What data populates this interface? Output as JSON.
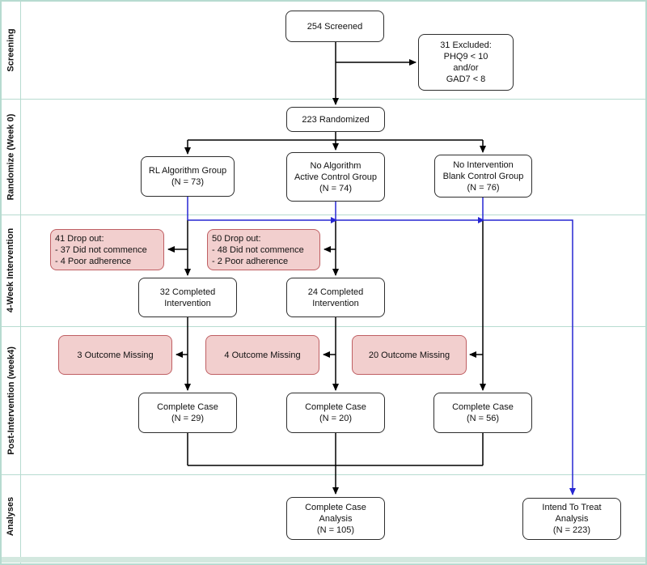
{
  "figure": {
    "type": "consort-flow-diagram",
    "colors": {
      "lane_line": "#b7dbd0",
      "bottom_bar": "#d3e8df",
      "node_border": "#2e2e2e",
      "pink_fill": "#f2cfce",
      "pink_border": "#bf5f63",
      "black_flow": "#000000",
      "blue_flow": "#2626d2"
    }
  },
  "sidebar": {
    "rows": [
      {
        "label": "Screening"
      },
      {
        "label": "Randomize (Week 0)"
      },
      {
        "label": "4-Week Intervention"
      },
      {
        "label": "Post-Intervention (week4)"
      },
      {
        "label": "Analyses"
      }
    ]
  },
  "nodes": {
    "screened": "254 Screened",
    "excluded": "31 Excluded:\nPHQ9 < 10\nand/or\nGAD7 < 8",
    "randomized": "223 Randomized",
    "rl_group": "RL Algorithm Group\n(N = 73)",
    "active_control_group": "No Algorithm\nActive Control Group\n(N = 74)",
    "blank_control_group": "No Intervention\nBlank Control Group\n(N = 76)",
    "dropout_rl": "41 Drop out:\n- 37 Did not commence\n- 4 Poor adherence",
    "dropout_active": "50 Drop out:\n- 48 Did not commence\n- 2 Poor adherence",
    "completed_rl": "32 Completed\nIntervention",
    "completed_active": "24 Completed\nIntervention",
    "missing_rl": "3 Outcome Missing",
    "missing_active": "4 Outcome Missing",
    "missing_blank": "20 Outcome Missing",
    "complete_case_rl": "Complete Case\n(N = 29)",
    "complete_case_active": "Complete Case\n(N = 20)",
    "complete_case_blank": "Complete Case\n(N = 56)",
    "complete_case_analysis": "Complete Case\nAnalysis\n(N = 105)",
    "itt_analysis": "Intend To Treat\nAnalysis\n(N = 223)"
  }
}
